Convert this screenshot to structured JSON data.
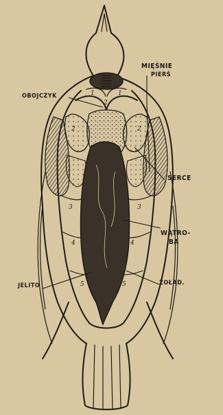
{
  "labels": {
    "miesnie_line1": "MIĘŚNIE",
    "miesnie_line2": "PIERŚ",
    "obojczyk": "OBOJCZYK",
    "serce": "SERCE",
    "watroba_line1": "WĄTRO-",
    "watroba_line2": "BA",
    "jelito": "JELITO",
    "zolad": "ŻOŁĄD."
  },
  "region_numbers": [
    "1",
    "1",
    "2",
    "2",
    "2",
    "3",
    "3",
    "4",
    "4",
    "5",
    "5"
  ],
  "colors": {
    "paper": "#d8c7a1",
    "ink": "#1e1a14",
    "dark_organ": "#3a3128"
  }
}
